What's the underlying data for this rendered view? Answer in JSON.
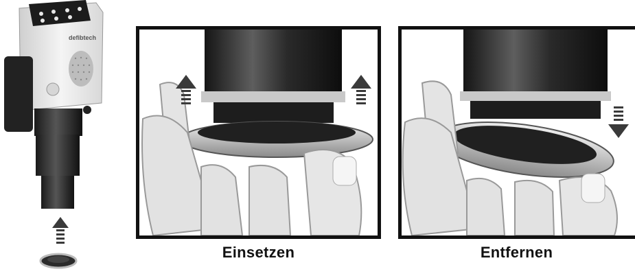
{
  "device": {
    "brand_text": "defibtech"
  },
  "panels": [
    {
      "caption": "Einsetzen",
      "arrow_direction": "up"
    },
    {
      "caption": "Entfernen",
      "arrow_direction": "down"
    }
  ],
  "colors": {
    "frame": "#111111",
    "arrow": "#3a3a3a",
    "skin": "#e4e4e4"
  }
}
